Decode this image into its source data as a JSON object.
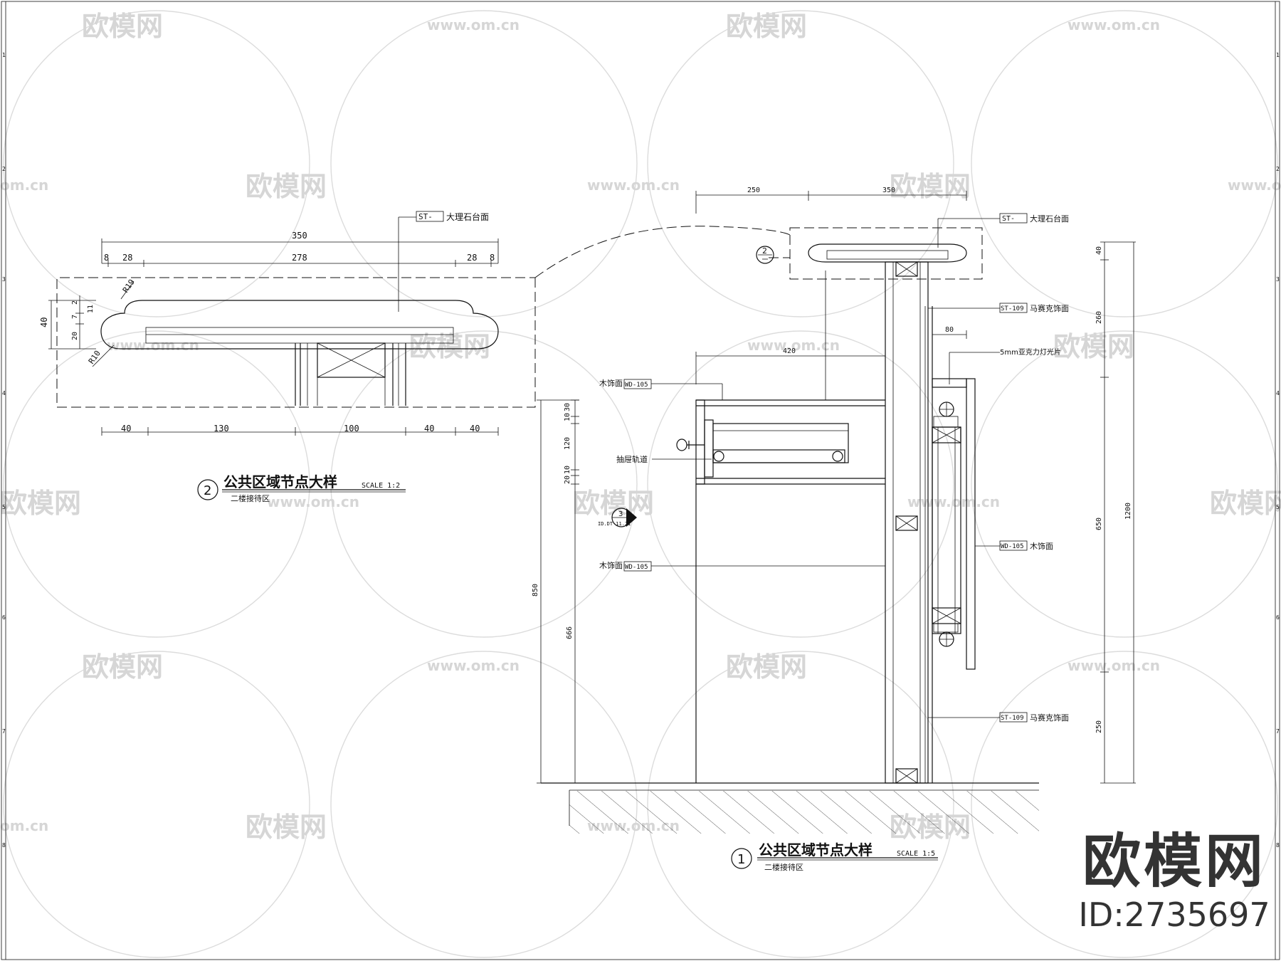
{
  "watermark": {
    "logo_text": "欧模网",
    "url_text": "www.om.cn",
    "url_partial": "om.cn"
  },
  "brand": {
    "name": "欧模网",
    "id": "ID:2735697"
  },
  "detail2": {
    "number": "2",
    "title": "公共区域节点大样",
    "scale": "SCALE 1:2",
    "subtitle": "二楼接待区",
    "tag_code": "ST-",
    "tag_label": "大理石台面",
    "dims": {
      "overall": "350",
      "top": [
        "8",
        "28",
        "278",
        "28",
        "8"
      ],
      "bottom": [
        "40",
        "130",
        "100",
        "40",
        "40"
      ],
      "left_total": "40",
      "left_parts": [
        "11",
        "2",
        "7",
        "20"
      ],
      "radius_top": "R19",
      "radius_bottom": "R10"
    }
  },
  "detail1": {
    "number": "1",
    "title": "公共区域节点大样",
    "scale": "SCALE 1:5",
    "subtitle": "二楼接待区",
    "callout_ref": "2",
    "section_ref": "3",
    "section_sheet": "ID.DT-11.21",
    "labels": {
      "marble_code": "ST-",
      "marble": "大理石台面",
      "mosaic_code": "ST-109",
      "mosaic": "马赛克饰面",
      "acrylic": "5mm亚克力灯光片",
      "wood_code": "WD-105",
      "wood": "木饰面",
      "drawer_rail": "抽屉轨道"
    },
    "dims": {
      "top": [
        "250",
        "350"
      ],
      "depth": "420",
      "light_box": "80",
      "left_stack": [
        "30",
        "10",
        "120",
        "10",
        "20"
      ],
      "height_total": "850",
      "height_lower": "666",
      "right_inner": [
        "40",
        "260",
        "650",
        "250"
      ],
      "right_total": "1200"
    }
  },
  "border_ticks": {
    "left": [
      "1",
      "2",
      "3",
      "4",
      "5",
      "6",
      "7",
      "8"
    ],
    "right": [
      "1",
      "2",
      "3",
      "4",
      "5",
      "6",
      "7",
      "8"
    ]
  }
}
